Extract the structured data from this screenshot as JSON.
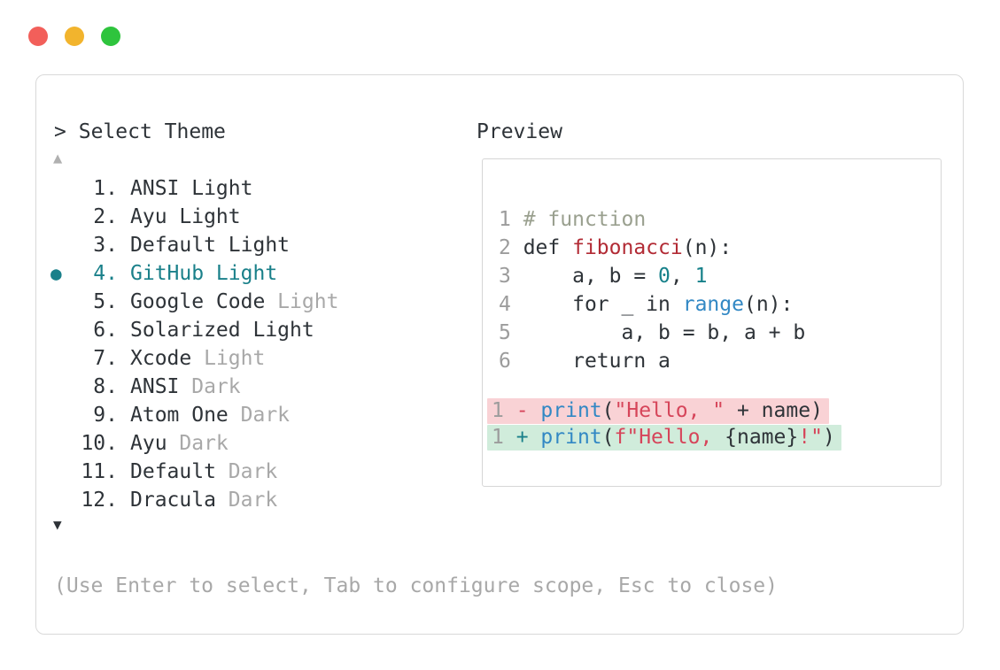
{
  "colors": {
    "ink": "#2e3338",
    "muted": "#a8a8a8",
    "linenum": "#9c9c9c",
    "accent": "#1a808a",
    "comment": "#9aa08f",
    "func_red": "#b22b35",
    "num_teal": "#17818a",
    "call_blue": "#3288c4",
    "string_red": "#d6455a",
    "removed_bg": "#f9d2d5",
    "added_bg": "#d0ecdb",
    "border": "#d9d9d9",
    "traffic_red": "#f25f5a",
    "traffic_yellow": "#f2b42d",
    "traffic_green": "#2ec43d"
  },
  "traffic_lights": [
    "close",
    "minimize",
    "zoom"
  ],
  "window": {
    "prompt": {
      "caret": ">",
      "title": "Select Theme"
    },
    "scroll_up_icon": "▲",
    "scroll_down_icon": "▼",
    "selected_bullet_icon": "●",
    "hint": "(Use Enter to select, Tab to configure scope, Esc to close)",
    "theme_list": {
      "selected_number": "4.",
      "items": [
        {
          "number": "1.",
          "name": "ANSI Light",
          "muted": "",
          "selected": false
        },
        {
          "number": "2.",
          "name": "Ayu Light",
          "muted": "",
          "selected": false
        },
        {
          "number": "3.",
          "name": "Default Light",
          "muted": "",
          "selected": false
        },
        {
          "number": "4.",
          "name": "GitHub Light",
          "muted": "",
          "selected": true
        },
        {
          "number": "5.",
          "name": "Google Code",
          "muted": "Light",
          "selected": false
        },
        {
          "number": "6.",
          "name": "Solarized Light",
          "muted": "",
          "selected": false
        },
        {
          "number": "7.",
          "name": "Xcode",
          "muted": "Light",
          "selected": false
        },
        {
          "number": "8.",
          "name": "ANSI",
          "muted": "Dark",
          "selected": false
        },
        {
          "number": "9.",
          "name": "Atom One",
          "muted": "Dark",
          "selected": false
        },
        {
          "number": "10.",
          "name": "Ayu",
          "muted": "Dark",
          "selected": false
        },
        {
          "number": "11.",
          "name": "Default",
          "muted": "Dark",
          "selected": false
        },
        {
          "number": "12.",
          "name": "Dracula",
          "muted": "Dark",
          "selected": false
        }
      ]
    },
    "preview": {
      "label": "Preview",
      "code": [
        {
          "ln": "1",
          "tokens": [
            {
              "c": "comment",
              "t": "# function"
            }
          ]
        },
        {
          "ln": "2",
          "tokens": [
            {
              "c": "plain",
              "t": "def "
            },
            {
              "c": "func",
              "t": "fibonacci"
            },
            {
              "c": "plain",
              "t": "(n):"
            }
          ]
        },
        {
          "ln": "3",
          "tokens": [
            {
              "c": "plain",
              "t": "    a, b = "
            },
            {
              "c": "num",
              "t": "0"
            },
            {
              "c": "plain",
              "t": ", "
            },
            {
              "c": "num",
              "t": "1"
            }
          ]
        },
        {
          "ln": "4",
          "tokens": [
            {
              "c": "plain",
              "t": "    for _ in "
            },
            {
              "c": "call",
              "t": "range"
            },
            {
              "c": "plain",
              "t": "(n):"
            }
          ]
        },
        {
          "ln": "5",
          "tokens": [
            {
              "c": "plain",
              "t": "        a, b = b, a + b"
            }
          ]
        },
        {
          "ln": "6",
          "tokens": [
            {
              "c": "plain",
              "t": "    return a"
            }
          ]
        }
      ],
      "diff": [
        {
          "kind": "removed",
          "ln": "1",
          "tokens": [
            {
              "c": "del",
              "t": "- "
            },
            {
              "c": "call",
              "t": "print"
            },
            {
              "c": "plain",
              "t": "("
            },
            {
              "c": "str",
              "t": "\"Hello, \""
            },
            {
              "c": "plain",
              "t": " + name)"
            }
          ]
        },
        {
          "kind": "added",
          "ln": "1",
          "tokens": [
            {
              "c": "ins",
              "t": "+ "
            },
            {
              "c": "call",
              "t": "print"
            },
            {
              "c": "plain",
              "t": "("
            },
            {
              "c": "str",
              "t": "f\"Hello, "
            },
            {
              "c": "plain",
              "t": "{name}"
            },
            {
              "c": "str",
              "t": "!\""
            },
            {
              "c": "plain",
              "t": ")"
            }
          ]
        }
      ]
    }
  }
}
